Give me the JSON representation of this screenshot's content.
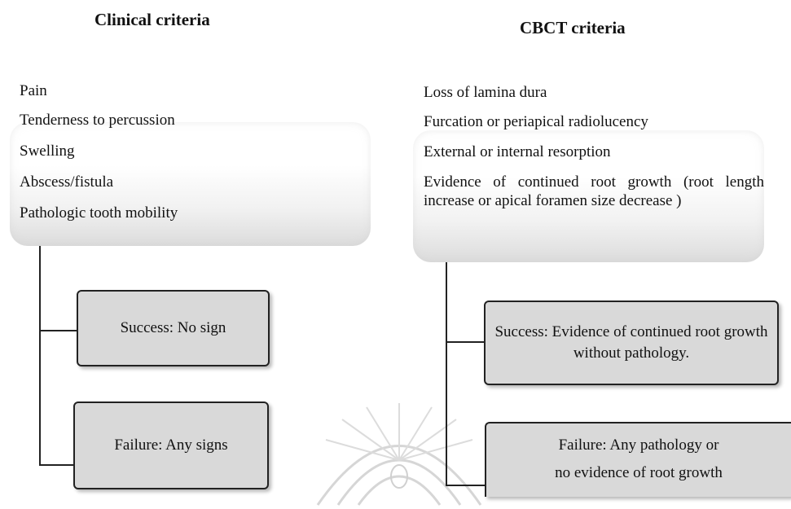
{
  "clinical": {
    "title": "Clinical criteria",
    "items": [
      "Pain",
      "Tenderness to percussion",
      "Swelling",
      "Abscess/fistula",
      "Pathologic tooth mobility"
    ],
    "success": "Success: No sign",
    "failure": "Failure: Any signs"
  },
  "cbct": {
    "title": "CBCT criteria",
    "items": [
      "Loss of lamina dura",
      "Furcation or periapical radiolucency",
      "External or internal resorption",
      "Evidence of continued root growth (root length increase or apical foramen size decrease )"
    ],
    "success": "Success: Evidence of continued root growth without pathology.",
    "failure_line1": "Failure: Any pathology or",
    "failure_line2": "no evidence of root growth"
  },
  "colors": {
    "outcome_fill": "#d9d9d9",
    "line": "#222222"
  }
}
